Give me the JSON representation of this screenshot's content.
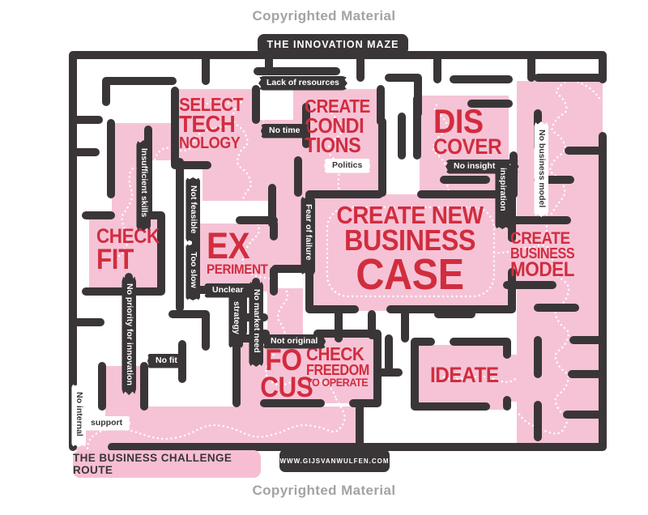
{
  "page": {
    "copyright_top": "Copyrighted Material",
    "copyright_bottom": "Copyrighted Material"
  },
  "header": {
    "title": "THE INNOVATION MAZE"
  },
  "footer": {
    "route_label": "THE BUSINESS CHALLENGE ROUTE",
    "website": "WWW.GIJSVANWULFEN.COM"
  },
  "maze": {
    "stations": [
      {
        "id": "select-technology",
        "lines": [
          "SELECT",
          "TECH",
          "NOLOGY"
        ]
      },
      {
        "id": "create-conditions",
        "lines": [
          "CREATE",
          "CONDI",
          "TIONS"
        ]
      },
      {
        "id": "discover",
        "lines": [
          "DIS",
          "COVER"
        ]
      },
      {
        "id": "check-fit",
        "lines": [
          "CHECK",
          "FIT"
        ]
      },
      {
        "id": "experiment",
        "lines": [
          "EX",
          "PERIMENT"
        ]
      },
      {
        "id": "create-new-business-case",
        "lines": [
          "CREATE NEW",
          "BUSINESS",
          "CASE"
        ]
      },
      {
        "id": "create-business-model",
        "lines": [
          "CREATE",
          "BUSINESS",
          "MODEL"
        ]
      },
      {
        "id": "focus",
        "lines": [
          "FO",
          "CUS"
        ]
      },
      {
        "id": "check-freedom-to-operate",
        "lines": [
          "CHECK",
          "FREEDOM",
          "TO OPERATE"
        ]
      },
      {
        "id": "ideate",
        "lines": [
          "IDEATE"
        ]
      }
    ],
    "obstacles": [
      {
        "id": "lack-of-resources",
        "text": "Lack of resources",
        "style": "dark"
      },
      {
        "id": "no-time",
        "text": "No time",
        "style": "dark"
      },
      {
        "id": "politics",
        "text": "Politics",
        "style": "light"
      },
      {
        "id": "insufficient-skills",
        "text": "Insufficient skills",
        "style": "dark"
      },
      {
        "id": "not-feasible",
        "text": "Not feasible",
        "style": "dark"
      },
      {
        "id": "too-slow",
        "text": "Too slow",
        "style": "dark"
      },
      {
        "id": "unclear-strategy",
        "text_h": "Unclear",
        "text_v": "strategy",
        "style": "dark"
      },
      {
        "id": "no-market-need",
        "text": "No market need",
        "style": "dark"
      },
      {
        "id": "fear-of-failure",
        "text": "Fear of failure",
        "style": "dark"
      },
      {
        "id": "no-insights-or-inspiration",
        "text_h": "No insights or",
        "text_v": "inspiration",
        "style": "dark"
      },
      {
        "id": "no-business-model",
        "text": "No business model",
        "style": "light"
      },
      {
        "id": "not-original",
        "text": "Not original",
        "style": "dark"
      },
      {
        "id": "no-fit",
        "text": "No fit",
        "style": "dark"
      },
      {
        "id": "no-priority-for-innovation",
        "text": "No priority for innovation",
        "style": "dark"
      },
      {
        "id": "no-internal-support",
        "text_v": "No internal",
        "text_h": "support",
        "style": "light"
      }
    ],
    "colors": {
      "path_pink": "#f6c3d6",
      "box_pink": "#f7bed3",
      "wall": "#3a3637",
      "station_red": "#d12d3f",
      "route_dots": "#ffffff",
      "copyright_gray": "#a3a3a3"
    }
  }
}
